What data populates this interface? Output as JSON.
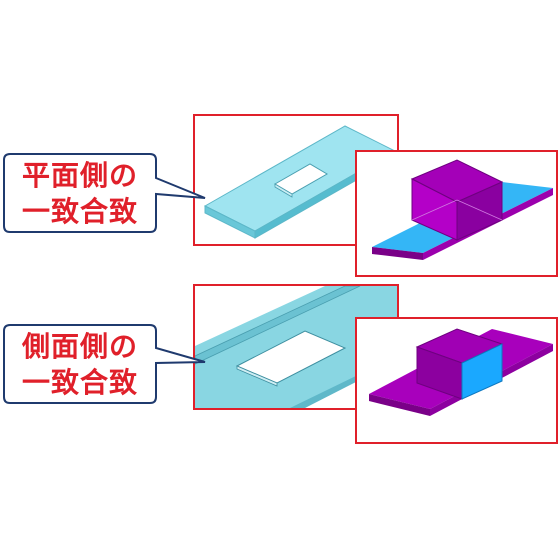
{
  "callouts": [
    {
      "line1": "平面側の",
      "line2": "一致合致"
    },
    {
      "line1": "側面側の",
      "line2": "一致合致"
    }
  ],
  "colors": {
    "frame_red": "#e0202a",
    "callout_border": "#1f3a6e",
    "plate_cyan": "#7fd8e8",
    "plate_cyan_dark": "#4fb8cc",
    "block_magenta": "#b000c0",
    "block_magenta_dark": "#7a0088",
    "contact_blue": "#1aa8ff"
  }
}
